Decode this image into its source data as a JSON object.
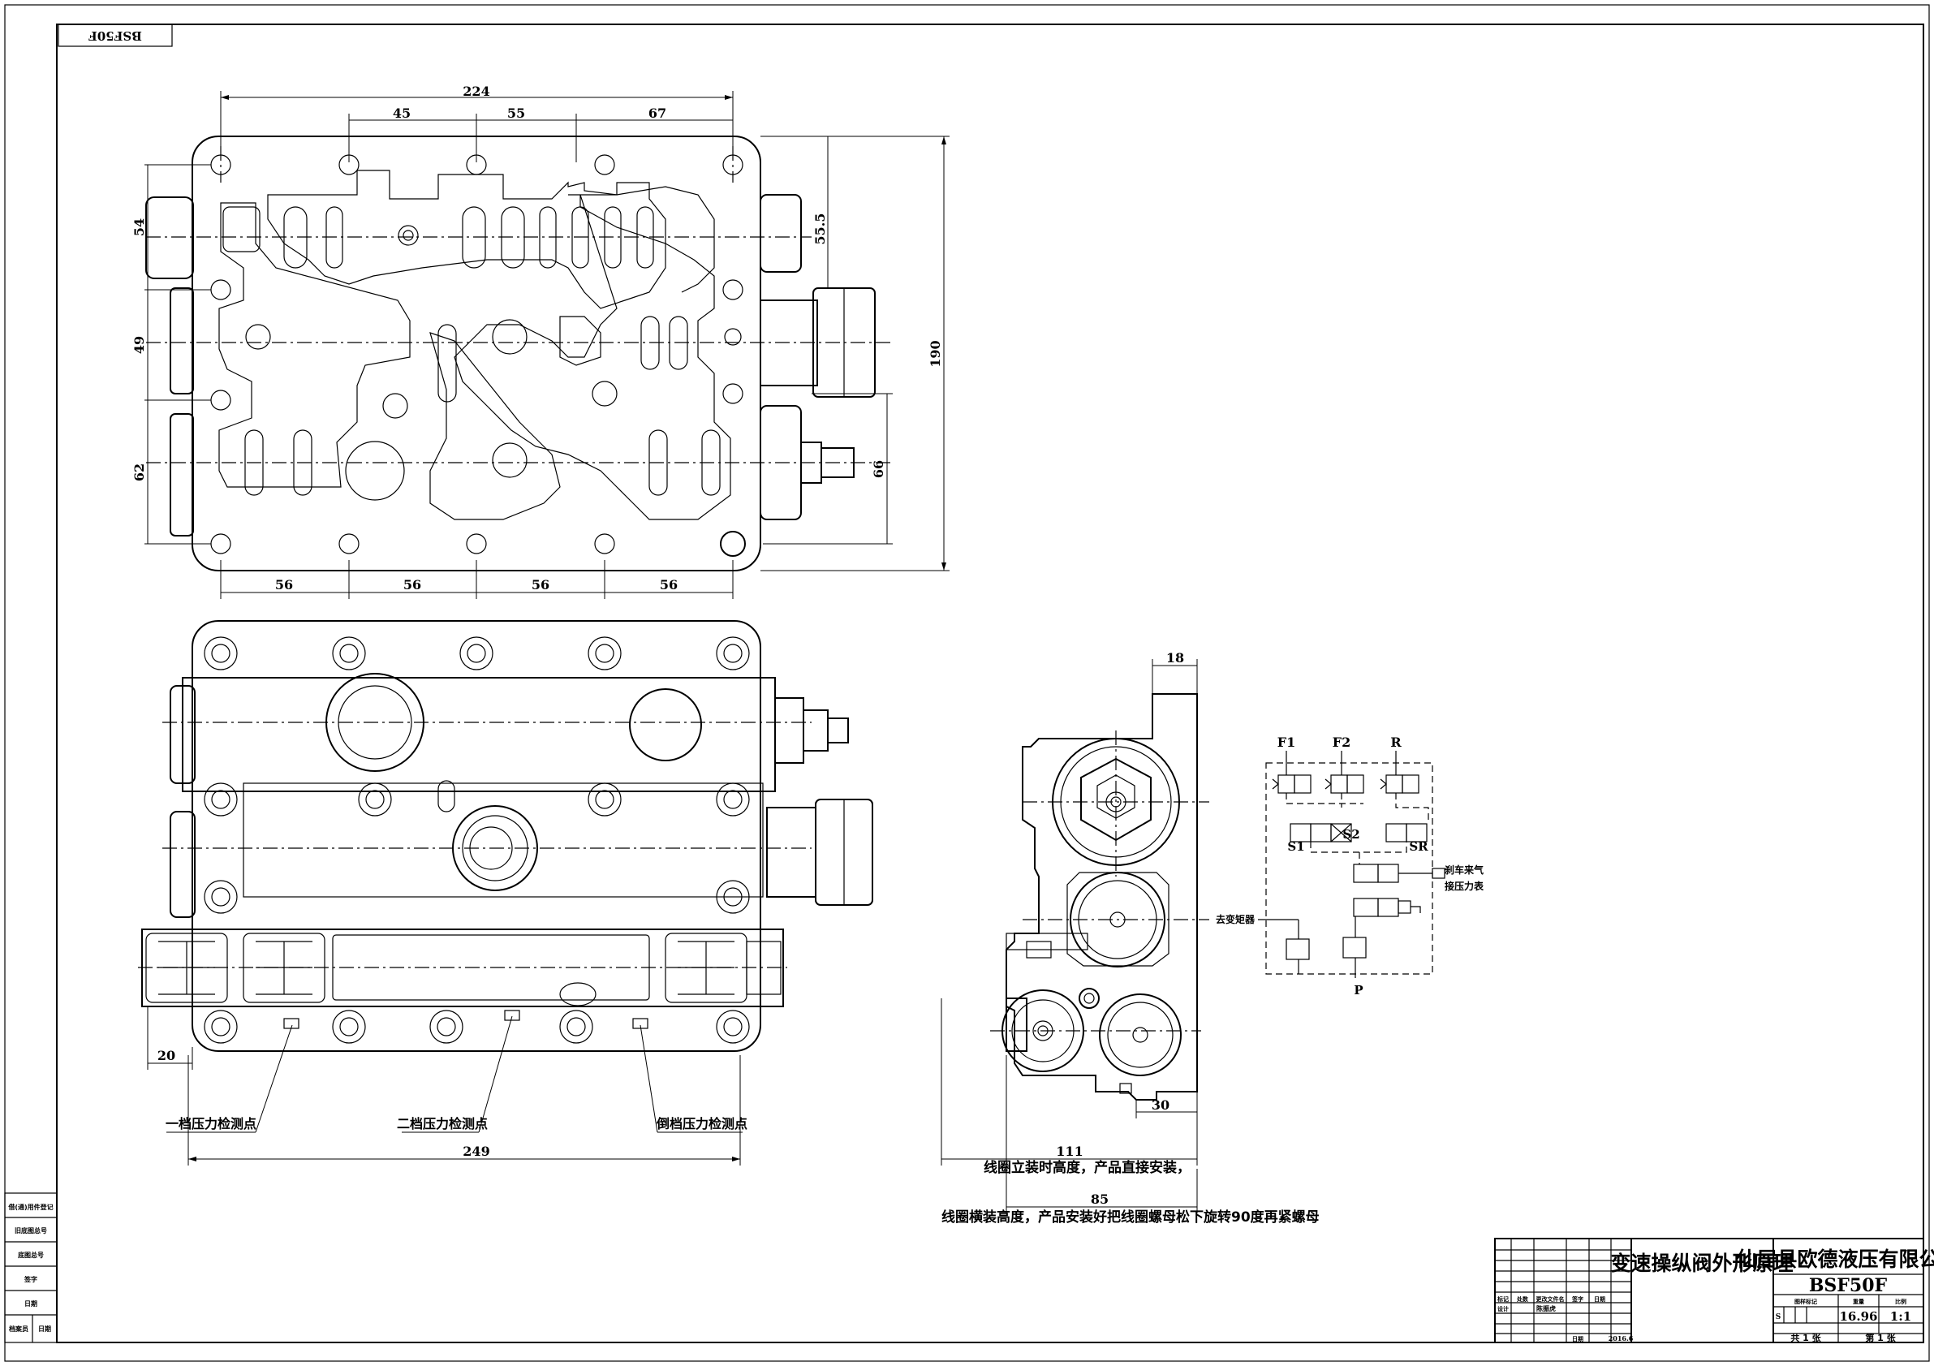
{
  "drawing_code": "BSF50F",
  "top_view": {
    "dims": {
      "overall_width": "224",
      "segment_1": "45",
      "segment_2": "55",
      "segment_3": "67",
      "right_height": "55.5",
      "left_upper": "54",
      "left_middle": "49",
      "left_lower": "62",
      "overall_height": "190",
      "right_lower": "66",
      "bottom_pitch": [
        "56",
        "56",
        "56",
        "56"
      ]
    }
  },
  "front_view": {
    "dims": {
      "offset": "20",
      "overall_width": "249"
    },
    "callouts": {
      "first_gear": "一档压力检测点",
      "second_gear": "二档压力检测点",
      "reverse_gear": "倒档压力检测点"
    }
  },
  "side_view": {
    "dims": {
      "top": "18",
      "bottom": "30",
      "width": "111",
      "coil_width": "85"
    },
    "notes": {
      "vertical_coil": "线圈立装时高度，产品直接安装，",
      "horizontal_coil": "线圈横装高度，产品安装好把线圈螺母松下旋转90度再紧螺母"
    }
  },
  "schematic": {
    "labels": {
      "f1": "F1",
      "f2": "F2",
      "r": "R",
      "s1": "S1",
      "s2": "S2",
      "sr": "SR",
      "p": "P",
      "brake_air": "刹车来气",
      "gauge": "接压力表",
      "converter": "去变矩器"
    }
  },
  "title_block": {
    "title": "变速操纵阀外形原理",
    "company": "仙居县欧德液压有限公司",
    "code": "BSF50F",
    "weight": "16.96",
    "scale": "1:1",
    "date": "2016.6",
    "designer": "陈振虎",
    "total_sheets": "共 1 张",
    "sheet_no": "第 1 张",
    "col_labels": [
      "标记",
      "处数",
      "更改文件名",
      "签字",
      "日期"
    ],
    "cells": {
      "design": "设计",
      "date_label": "日期",
      "sheet_mark": "图样标记",
      "weight_label": "重量",
      "scale_label": "比例",
      "s_mark": "S"
    }
  },
  "side_strip": {
    "cells": [
      "借(通)用件登记",
      "旧底图总号",
      "底图总号",
      "签字",
      "日期",
      "档案员",
      "日期"
    ]
  }
}
